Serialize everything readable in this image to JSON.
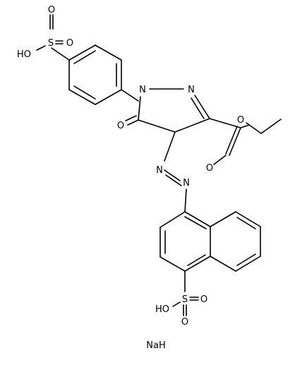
{
  "molecule": {
    "atoms": {
      "o_sulfonyl_a": "O",
      "o_sulfonyl_b": "O",
      "hydroxyl_top": "HO",
      "sulfur_top": "S",
      "nitrogen_1": "N",
      "nitrogen_2": "N",
      "oxygen_ketone": "O",
      "oxygen_ester_ether": "O",
      "oxygen_ester_carbonyl": "O",
      "nitrogen_azo_1": "N",
      "nitrogen_azo_2": "N",
      "sulfur_bottom": "S",
      "hydroxyl_bottom": "HO",
      "o_bottom_right": "O",
      "o_bottom_down": "O"
    },
    "counter_ion": "NaH"
  }
}
